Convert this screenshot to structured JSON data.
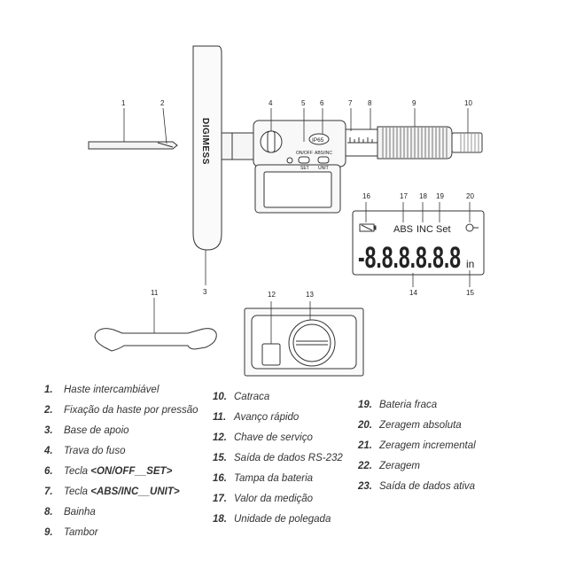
{
  "brand": "DIGIMESS",
  "callouts": [
    "1",
    "2",
    "3",
    "4",
    "5",
    "6",
    "7",
    "8",
    "9",
    "10",
    "11",
    "12",
    "13",
    "14",
    "15",
    "16",
    "17",
    "18",
    "19",
    "20"
  ],
  "buttons": {
    "ip_badge": "IP65",
    "on_off": "ON/OFF",
    "set": "SET",
    "abs_inc": "ABS/INC",
    "unit": "UNIT"
  },
  "display": {
    "abs": "ABS",
    "inc": "INC",
    "set": "Set",
    "reading": "-8.8.8.8.8.8",
    "unit": "in"
  },
  "legend": [
    {
      "num": "1.",
      "label": "Haste intercambiável"
    },
    {
      "num": "2.",
      "label": "Fixação da haste por pressão"
    },
    {
      "num": "3.",
      "label": "Base de apoio"
    },
    {
      "num": "4.",
      "label": "Trava do fuso"
    },
    {
      "num": "6.",
      "label": "Tecla ",
      "code": "<ON/OFF__SET>"
    },
    {
      "num": "7.",
      "label": "Tecla ",
      "code": "<ABS/INC__UNIT>"
    },
    {
      "num": "8.",
      "label": "Bainha"
    },
    {
      "num": "9.",
      "label": "Tambor"
    },
    {
      "num": "10.",
      "label": "Catraca"
    },
    {
      "num": "11.",
      "label": "Avanço rápido"
    },
    {
      "num": "12.",
      "label": "Chave de serviço"
    },
    {
      "num": "15.",
      "label": "Saída de dados RS-232"
    },
    {
      "num": "16.",
      "label": "Tampa da bateria"
    },
    {
      "num": "17.",
      "label": "Valor da medição"
    },
    {
      "num": "18.",
      "label": "Unidade de polegada"
    },
    {
      "num": "19.",
      "label": "Bateria fraca"
    },
    {
      "num": "20.",
      "label": "Zeragem absoluta"
    },
    {
      "num": "21.",
      "label": "Zeragem incremental"
    },
    {
      "num": "22.",
      "label": "Zeragem"
    },
    {
      "num": "23.",
      "label": "Saída de dados ativa"
    }
  ]
}
